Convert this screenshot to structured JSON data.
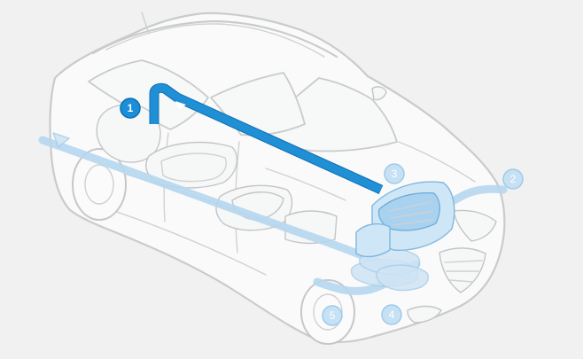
{
  "markers": [
    {
      "id": "1",
      "label": "1",
      "style": "dark"
    },
    {
      "id": "2",
      "label": "2",
      "style": "light"
    },
    {
      "id": "3",
      "label": "3",
      "style": "light"
    },
    {
      "id": "4",
      "label": "4",
      "style": "light"
    },
    {
      "id": "5",
      "label": "5",
      "style": "light"
    }
  ],
  "colors": {
    "background": "#f1f1f1",
    "car_outline": "#c9cbcd",
    "flow_light": "#b5d6ee",
    "flow_dark": "#1f8fd6",
    "fuel_cell_stack": "#cfe6f6"
  }
}
